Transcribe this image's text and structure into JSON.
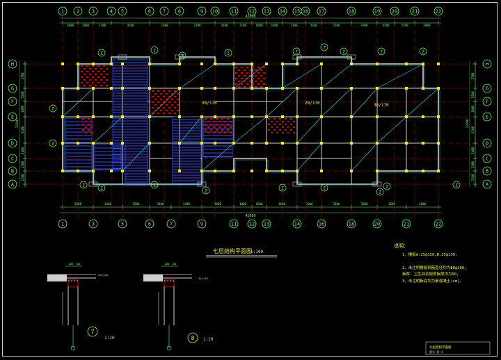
{
  "drawing": {
    "plan_title": "七层结构平面图",
    "plan_scale": "1:100",
    "total_length": "42600",
    "notes_heading": "说明：",
    "notes": [
      "1、楼板A:25@150;B:25@150;",
      "2、未注明楼板钢筋直径均为Φ8@200，",
      "   板厚：卫生间及厨房板厚均为90，",
      "3、未注明板底均为素混凝土(cm)。"
    ],
    "detail_7_label": "7",
    "detail_7_scale": "1:20",
    "detail_8_label": "8",
    "detail_8_scale": "1:20",
    "slab_label_1": "30/170",
    "slab_label_2": "20/170",
    "slab_label_3": "30/170",
    "title_block_line1": "七层结构平面图",
    "title_block_line2": "图号 结-4"
  },
  "axes": {
    "top_numbers": [
      "1",
      "2",
      "3",
      "4",
      "5",
      "6",
      "7",
      "8",
      "9",
      "10",
      "11",
      "12",
      "13",
      "14",
      "15",
      "16",
      "17",
      "18",
      "19",
      "20",
      "21",
      "22"
    ],
    "top_dims": [
      "3600",
      "2000",
      "2100",
      "4200",
      "1900",
      "2300",
      "4100",
      "2100",
      "1800",
      "1800",
      "2100",
      "4100",
      "2300",
      "1900",
      "4200",
      "2100",
      "2000",
      "3600"
    ],
    "bottom_numbers": [
      "1",
      "3",
      "5",
      "6",
      "7",
      "9",
      "11",
      "12",
      "14",
      "16",
      "18",
      "20",
      "22"
    ],
    "bottom_dims": [
      "3600",
      "3300",
      "3600",
      "3600",
      "3300",
      "3600",
      "1800",
      "1800",
      "3600",
      "3300",
      "3600",
      "3300",
      "3600"
    ],
    "left_letters": [
      "H",
      "G",
      "F",
      "E",
      "D",
      "C",
      "B",
      "A"
    ],
    "left_dims": [
      "2700",
      "1500",
      "1800",
      "3100",
      "2400",
      "1500",
      "1500"
    ],
    "left_total": "12500",
    "right_dims": [
      "2700",
      "1500",
      "1800",
      "3100",
      "2400",
      "1500",
      "1500"
    ],
    "right_total": "12500"
  },
  "colors": {
    "axis": "#00d7d7",
    "grid": "#d90000",
    "wall": "#cfcfcf",
    "dim": "#6aff6a",
    "column": "#f2f200",
    "hatch": "#2e4dff",
    "text_yellow": "#f2f200"
  }
}
